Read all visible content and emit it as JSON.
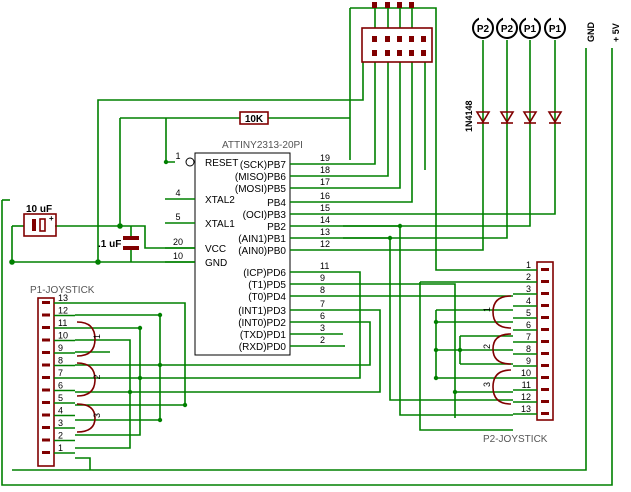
{
  "ic": {
    "name": "ATTINY2313-20PI",
    "left_pins": [
      {
        "num": "1",
        "label": "RESET"
      },
      {
        "num": "4",
        "label": "XTAL2"
      },
      {
        "num": "5",
        "label": "XTAL1"
      },
      {
        "num": "20",
        "label": "VCC"
      },
      {
        "num": "10",
        "label": "GND"
      }
    ],
    "right_pins": [
      {
        "num": "19",
        "label": "(SCK)PB7"
      },
      {
        "num": "18",
        "label": "(MISO)PB6"
      },
      {
        "num": "17",
        "label": "(MOSI)PB5"
      },
      {
        "num": "16",
        "label": "PB4"
      },
      {
        "num": "15",
        "label": "(OCI)PB3"
      },
      {
        "num": "14",
        "label": "PB2"
      },
      {
        "num": "13",
        "label": "(AIN1)PB1"
      },
      {
        "num": "12",
        "label": "(AIN0)PB0"
      },
      {
        "num": "11",
        "label": "(ICP)PD6"
      },
      {
        "num": "9",
        "label": "(T1)PD5"
      },
      {
        "num": "8",
        "label": "(T0)PD4"
      },
      {
        "num": "7",
        "label": "(INT1)PD3"
      },
      {
        "num": "6",
        "label": "(INT0)PD2"
      },
      {
        "num": "3",
        "label": "(TXD)PD1"
      },
      {
        "num": "2",
        "label": "(RXD)PD0"
      }
    ]
  },
  "resistor": {
    "label": "10K"
  },
  "cap_electrolytic": {
    "label": "10 uF"
  },
  "cap_ceramic": {
    "label": ".1 uF"
  },
  "diodes": {
    "label": "1N4148"
  },
  "power": {
    "gnd": "GND",
    "vcc": "+ 5V"
  },
  "buttons": [
    "P2",
    "P2",
    "P1",
    "P1"
  ],
  "p1": {
    "name": "P1-JOYSTICK",
    "pins": [
      "13",
      "12",
      "11",
      "10",
      "9",
      "8",
      "7",
      "6",
      "5",
      "4",
      "3",
      "2",
      "1"
    ],
    "jumpers": [
      "1",
      "2",
      "3"
    ]
  },
  "p2": {
    "name": "P2-JOYSTICK",
    "pins": [
      "1",
      "2",
      "3",
      "4",
      "5",
      "6",
      "7",
      "8",
      "9",
      "10",
      "11",
      "12",
      "13"
    ],
    "jumpers": [
      "1",
      "2",
      "3"
    ]
  }
}
